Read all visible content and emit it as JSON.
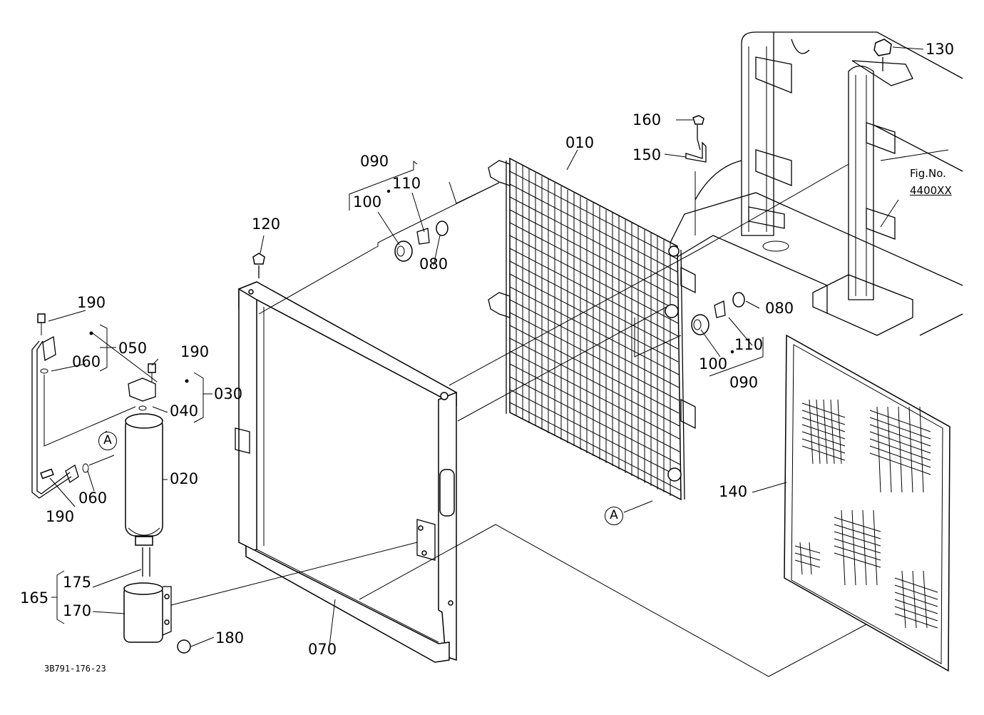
{
  "callouts": {
    "c010": "010",
    "c020": "020",
    "c030": "030",
    "c040": "040",
    "c050": "050",
    "c060a": "060",
    "c060b": "060",
    "c070": "070",
    "c080a": "080",
    "c080b": "080",
    "c090a": "090",
    "c090b": "090",
    "c100a": "100",
    "c100b": "100",
    "c110a": "110",
    "c110b": "110",
    "c120": "120",
    "c130": "130",
    "c140": "140",
    "c150": "150",
    "c160": "160",
    "c165": "165",
    "c170": "170",
    "c175": "175",
    "c180": "180",
    "c190a": "190",
    "c190b": "190",
    "c190c": "190"
  },
  "view_markers": {
    "a1": "A",
    "a2": "A"
  },
  "figure_ref": {
    "label": "Fig.No.",
    "number": "4400XX"
  },
  "document_code": "3B791-176-23"
}
